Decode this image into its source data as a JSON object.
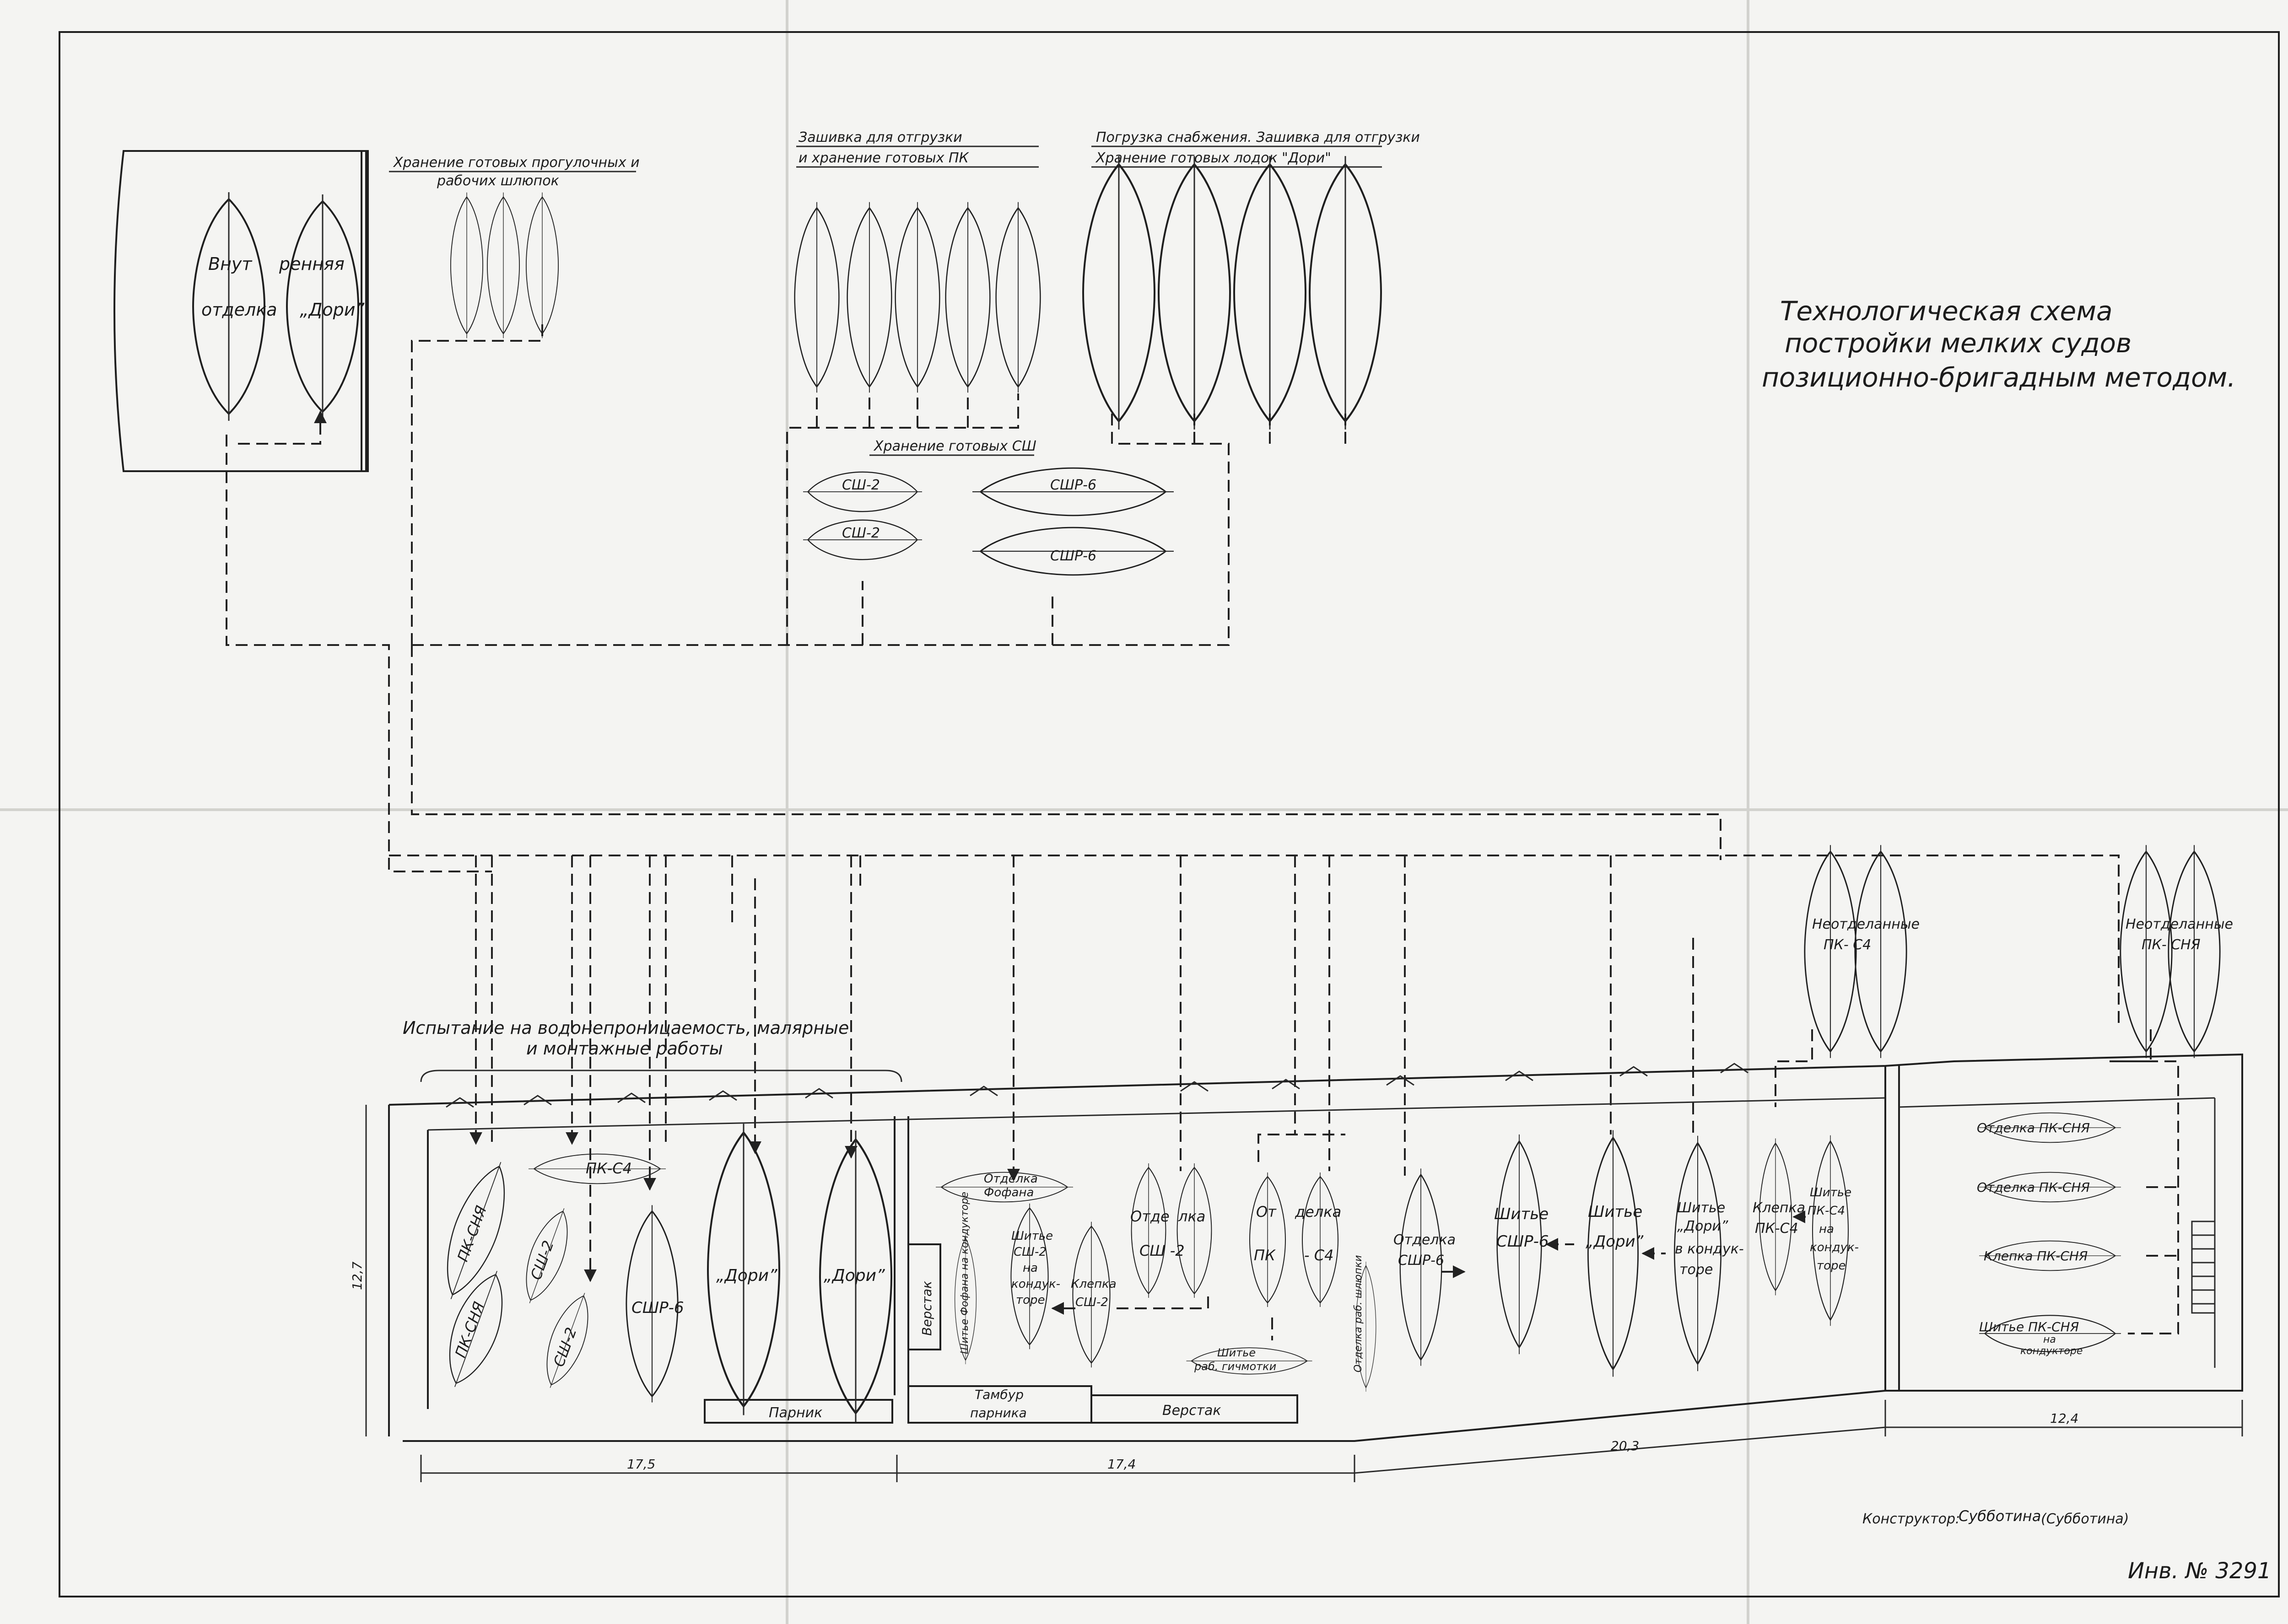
{
  "title": {
    "line1": "Технологическая  схема",
    "line2": "постройки мелких судов",
    "line3": "позиционно-бригадным методом."
  },
  "top_labels": {
    "storage_boats_1": "Хранение готовых прогулочных и",
    "storage_boats_2": "рабочих шлюпок",
    "crating_1": "Зашивка для отгрузки",
    "crating_2": "и хранение готовых ПК",
    "loading_1": "Погрузка снабжения. Зашивка для отгрузки",
    "loading_2": "Хранение готовых лодок \"Дори\"",
    "sh_storage": "Хранение готовых СШ",
    "inner_1a": "Внут",
    "inner_1b": "ренняя",
    "inner_2a": "отделка",
    "inner_2b": "„Дори”"
  },
  "storage_sh": {
    "sh2_a": "СШ-2",
    "sh2_b": "СШ-2",
    "shr6_a": "СШР-6",
    "shr6_b": "СШР-6"
  },
  "unfinished": {
    "pk_c4_1": "Неотделанные",
    "pk_c4_2": "ПК- С4",
    "pk_cna_1": "Неотделанные",
    "pk_cna_2": "ПК- СНЯ"
  },
  "testing": {
    "line1": "Испытание на водонепроницаемость, малярные",
    "line2": "и монтажные  работы"
  },
  "shop": {
    "pk_cna_1": "ПК-СНЯ",
    "pk_cna_2": "ПК-СНЯ",
    "pk_c4": "ПК-С4",
    "sh2_1": "СШ-2",
    "sh2_2": "СШ-2",
    "shr6": "СШР-6",
    "dori_1": "„Дори”",
    "dori_2": "„Дори”",
    "parnik": "Парник",
    "tambur_1": "Тамбур",
    "tambur_2": "парника",
    "verstak": "Верстак",
    "verstak_v": "Верстак",
    "fofan_fin_1": "Отделка",
    "fofan_fin_2": "Фофана",
    "fofan_sew": "Шитье Фофана на кондукторе",
    "sh2_sew_1": "Шитье",
    "sh2_sew_2": "СШ-2",
    "sh2_sew_3": "на",
    "sh2_sew_4": "кондук-",
    "sh2_sew_5": "торе",
    "sh2_riv_1": "Клепка",
    "sh2_riv_2": "СШ-2",
    "sh2_fin_1": "Отде",
    "sh2_fin_2": "лка",
    "sh2_fin_3": "СШ -2",
    "pkc4_fin_1": "От",
    "pkc4_fin_2": "делка",
    "pkc4_fin_3": "ПК",
    "pkc4_fin_4": "- С4",
    "gig_sew_1": "Шитье",
    "gig_sew_2": "раб. гичмотки",
    "gig_fin": "Отделка раб. шлюпки",
    "shr6_fin_1": "Отделка",
    "shr6_fin_2": "СШР-6",
    "shr6_sew_1": "Шитье",
    "shr6_sew_2": "СШР-6",
    "dori_sew_1": "Шитье",
    "dori_sew_2": "„Дори”",
    "dori_jig_1": "Шитье",
    "dori_jig_2": "„Дори”",
    "dori_jig_3": "в кондук-",
    "dori_jig_4": "торе",
    "pkc4_riv_1": "Клепка",
    "pkc4_riv_2": "ПК-С4",
    "pkc4_jig_1": "Шитье",
    "pkc4_jig_2": "ПК-С4",
    "pkc4_jig_3": "на",
    "pkc4_jig_4": "кондук-",
    "pkc4_jig_5": "торе",
    "cna_fin_1": "Отделка ПК-СНЯ",
    "cna_fin_2": "Отделка ПК-СНЯ",
    "cna_riv": "Клепка ПК-СНЯ",
    "cna_sew_1": "Шитье ПК-СНЯ",
    "cna_sew_2": "на",
    "cna_sew_3": "кондукторе"
  },
  "dimensions": {
    "h": "12,7",
    "d1": "17,5",
    "d2": "17,4",
    "d3": "20,3",
    "d4": "12,4"
  },
  "footer": {
    "designer_label": "Конструктор:",
    "designer_sign": "Субботина",
    "designer_name": "(Субботина)",
    "inv": "Инв. № 3291"
  }
}
